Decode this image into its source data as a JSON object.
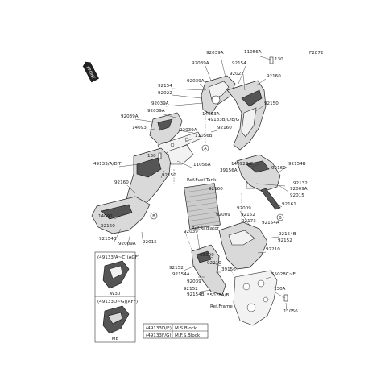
{
  "diagram_code": "F2872",
  "front_badge": "FRONT",
  "part_labels": [
    "92039A",
    "11056A",
    "130",
    "92039A",
    "92154",
    "92022",
    "92160",
    "92039A",
    "92154",
    "92022",
    "92039A",
    "92150",
    "92039A",
    "14093A",
    "92039A",
    "49133B/C/E/G",
    "14093",
    "92039A",
    "11056B",
    "92160",
    "130",
    "49133/A/D/F",
    "11056A",
    "92150",
    "14092B/C",
    "92154B",
    "39156A",
    "92160",
    "92132",
    "92160",
    "92009A",
    "92015",
    "14092",
    "92160",
    "92009",
    "92152",
    "92173",
    "92161",
    "92154B",
    "92009A",
    "92015",
    "92160",
    "92039",
    "92009",
    "92154A",
    "92154B",
    "92152",
    "92009",
    "92210",
    "92152",
    "92210",
    "39156",
    "92154A",
    "92039",
    "55028C~E",
    "92152",
    "92154B",
    "55028A/B",
    "130A",
    "11056"
  ],
  "ref_labels": [
    "Ref.Fuel Tank",
    "Ref.Radiator",
    "Ref.Frame"
  ],
  "circle_markers": [
    "A",
    "B",
    "B"
  ],
  "inset_variants": [
    {
      "header": "(49133/A~C)(AGF)",
      "color_code": "W30"
    },
    {
      "header": "(49133D~G)(AFF)",
      "color_code": "MB"
    }
  ],
  "legend_table": [
    {
      "code": "(49133D/E)",
      "desc": "M.S.Block"
    },
    {
      "code": "(49133F/G)",
      "desc": "M.F.S.Block"
    }
  ]
}
